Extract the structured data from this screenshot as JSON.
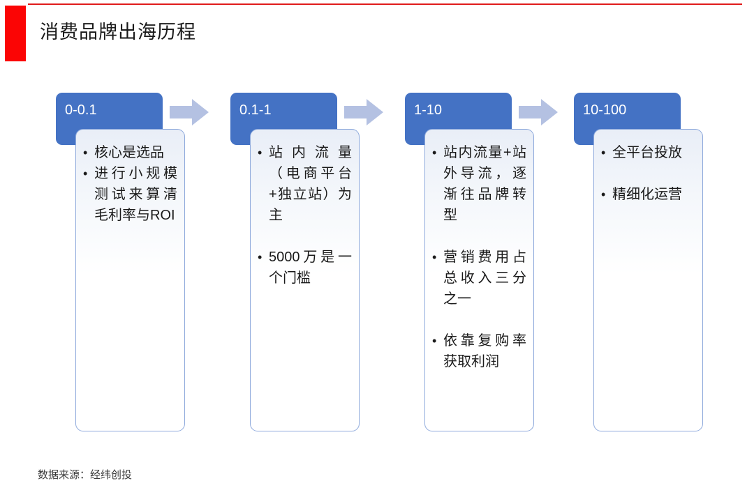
{
  "slide": {
    "title": "消费品牌出海历程",
    "accent_color": "#fb0505",
    "rule_color": "#e01b1b",
    "header_fill": "#4472c4",
    "card_border": "#8faadc",
    "arrow_fill": "#b4c1e2",
    "source_note": "数据来源：经纬创投"
  },
  "stages": [
    {
      "label": "0-0.1",
      "bullets": [
        {
          "text": "核心是选品",
          "spaced": false
        },
        {
          "text": "进行小规模测试来算清毛利率与ROI",
          "spaced": false
        }
      ]
    },
    {
      "label": "0.1-1",
      "bullets": [
        {
          "text": "站内流量（电商平台+独立站）为主",
          "spaced": false
        },
        {
          "text": "5000万是一个门槛",
          "spaced": true
        }
      ]
    },
    {
      "label": "1-10",
      "bullets": [
        {
          "text": "站内流量+站外导流，逐渐往品牌转型",
          "spaced": false
        },
        {
          "text": "营销费用占总收入三分之一",
          "spaced": true
        },
        {
          "text": "依靠复购率获取利润",
          "spaced": true
        }
      ]
    },
    {
      "label": "10-100",
      "bullets": [
        {
          "text": "全平台投放",
          "spaced": false
        },
        {
          "text": "精细化运营",
          "spaced": true
        }
      ]
    }
  ],
  "arrows": [
    {
      "name": "arrow-1-to-2"
    },
    {
      "name": "arrow-2-to-3"
    },
    {
      "name": "arrow-3-to-4"
    }
  ]
}
